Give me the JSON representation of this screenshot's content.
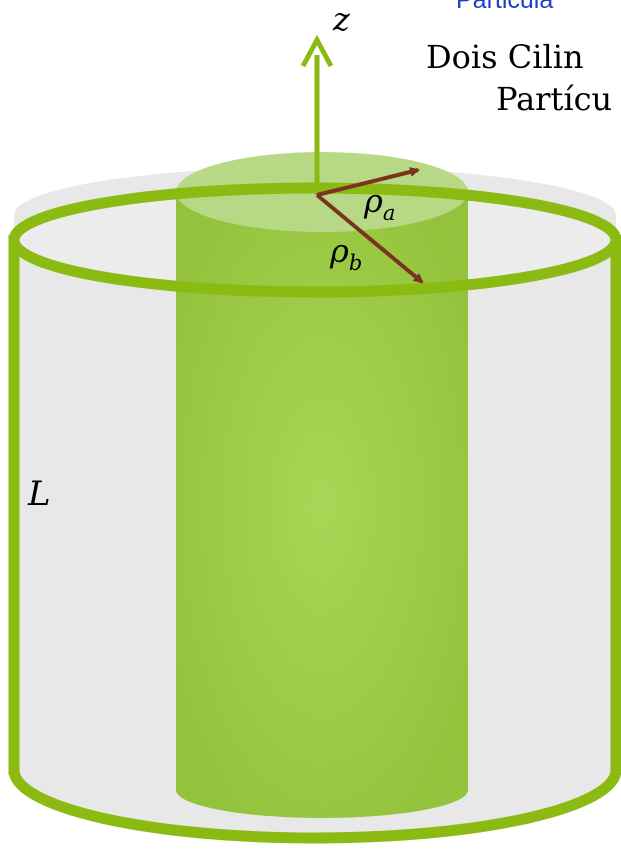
{
  "header": {
    "clipped_title": "Particula",
    "line1": "Dois Cilin",
    "line2": "Partícu"
  },
  "labels": {
    "axis_z": "z",
    "rho_a": "ρ",
    "rho_a_sub": "a",
    "rho_b": "ρ",
    "rho_b_sub": "b",
    "length": "L"
  },
  "colors": {
    "green_outline": "#8bba12",
    "inner_cylinder": "#9fcd45",
    "outer_fill": "#e8e8e8",
    "arrow_brown": "#7b3320",
    "title_blue": "#1f3fc4"
  }
}
